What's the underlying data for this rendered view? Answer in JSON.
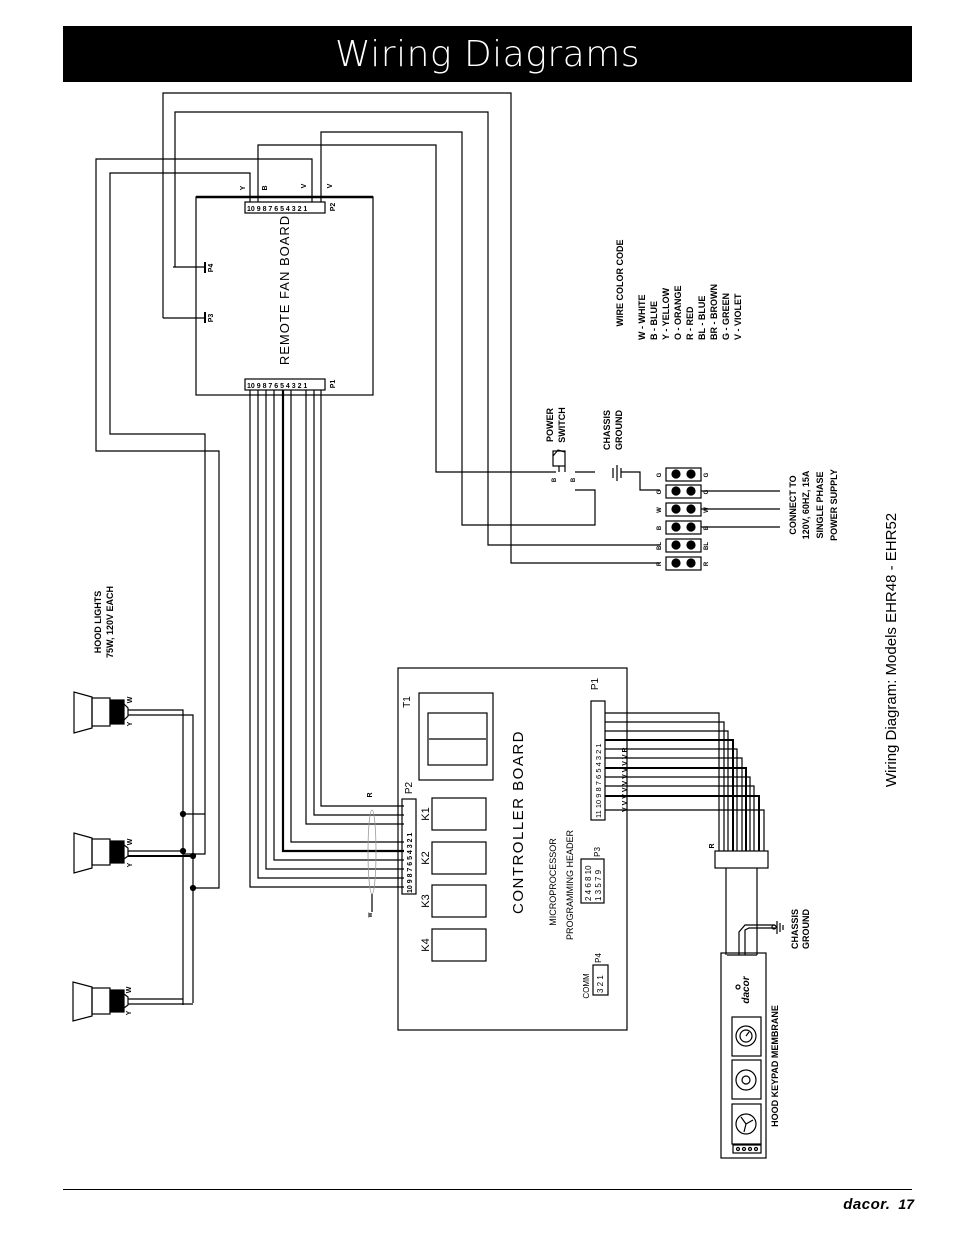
{
  "page": {
    "title": "Wiring Diagrams",
    "subtitle": "Wiring Diagram: Models EHR48 - EHR52",
    "footer_logo": "dacor.",
    "page_number": "17"
  },
  "remote_fan_board": {
    "label": "REMOTE FAN BOARD",
    "p1_label": "P1",
    "p2_label": "P2",
    "p3_label": "P3",
    "p4_label": "P4",
    "pins": "10 9 8 7 6 5 4 3 2 1",
    "p2_wire_labels": [
      "Y",
      "B",
      "V",
      "V"
    ]
  },
  "controller_board": {
    "label": "CONTROLLER BOARD",
    "t1_label": "T1",
    "p1_label": "P1",
    "p2_label": "P2",
    "p3_label": "P3",
    "p4_label": "P4",
    "relays": [
      "K1",
      "K2",
      "K3",
      "K4"
    ],
    "p2_pins": "10 9 8 7 6 5 4 3 2 1",
    "p1_pins": "11 10 9 8 7 6 5 4 3 2 1",
    "p1_wire_labels": "V V V V V V V V V R",
    "micro_label_1": "MICROPROCESSOR",
    "micro_label_2": "PROGRAMMING HEADER",
    "p3_row_top": "2 4 6 8 10",
    "p3_row_bottom": "1 3 5 7 9",
    "comm_label": "COMM",
    "p4_pins": "3 2 1",
    "bundle_label_r": "R",
    "bundle_label_w": "W"
  },
  "wire_color_code": {
    "title": "WIRE COLOR CODE",
    "entries": [
      "W - WHITE",
      "B - BLUE",
      "Y - YELLOW",
      "O - ORANGE",
      "R - RED",
      "BL - BLUE",
      "BR - BROWN",
      "G - GREEN",
      "V - VIOLET"
    ]
  },
  "power": {
    "switch_label_1": "POWER",
    "switch_label_2": "SWITCH",
    "switch_terminals": [
      "B",
      "B"
    ],
    "ground_label_1": "CHASSIS",
    "ground_label_2": "GROUND",
    "terminal_left": [
      "G",
      "G",
      "W",
      "B",
      "BL",
      "R"
    ],
    "terminal_right": [
      "G",
      "G",
      "W",
      "B",
      "BL",
      "R"
    ],
    "supply_lines": [
      "CONNECT TO",
      "120V, 60HZ, 15A",
      "SINGLE PHASE",
      "POWER SUPPLY"
    ]
  },
  "hood_lights": {
    "label_1": "HOOD LIGHTS",
    "label_2": "75W, 120V EACH",
    "wire_w": "W",
    "wire_y": "Y",
    "count": 3
  },
  "keypad": {
    "label": "HOOD KEYPAD MEMBRANE",
    "ground_label_1": "CHASSIS",
    "ground_label_2": "GROUND",
    "cable_label": "R",
    "buttons": [
      "fan",
      "light",
      "timer"
    ],
    "brand": "dacor"
  }
}
